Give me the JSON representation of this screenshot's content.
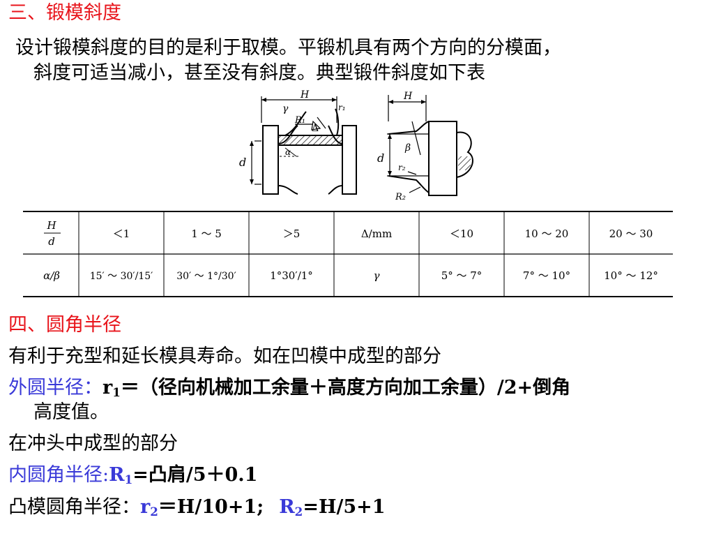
{
  "section3": {
    "heading": "三、锻模斜度",
    "para1": "设计锻模斜度的目的是利于取模。平锻机具有两个方向的分模面，",
    "para2": "斜度可适当减小，甚至没有斜度。典型锻件斜度如下表"
  },
  "figure": {
    "left_labels": {
      "H": "H",
      "gamma": "γ",
      "r1": "r₁",
      "R1": "R₁",
      "delta": "Δ",
      "alpha": "α",
      "d": "d"
    },
    "right_labels": {
      "H": "H",
      "beta": "β",
      "r2": "r₂",
      "R2": "R₂",
      "d": "d"
    }
  },
  "table": {
    "row1": {
      "label_num": "H",
      "label_den": "d",
      "c1": "＜1",
      "c2": "1 ～ 5",
      "c3": "＞5",
      "c4": "Δ/mm",
      "c5": "＜10",
      "c6": "10 ～ 20",
      "c7": "20 ～ 30"
    },
    "row2": {
      "label": "α/β",
      "c1": "15′ ～ 30′/15′",
      "c2": "30′ ～ 1°/30′",
      "c3": "1°30′/1°",
      "c4": "γ",
      "c5": "5° ～ 7°",
      "c6": "7° ～ 10°",
      "c7": "10° ～ 12°"
    }
  },
  "section4": {
    "heading": "四、圆角半径",
    "line1": "有利于充型和延长模具寿命。如在凹模中成型的部分",
    "outer_label": "外圆半径：",
    "outer_sym": "r",
    "outer_sub": "1",
    "outer_formula": "＝（径向机械加工余量＋高度方向加工余量）/2+倒角",
    "outer_cont": "高度值。",
    "line_punch": "在冲头中成型的部分",
    "inner_label": "内圆角半径:",
    "inner_sym": "R",
    "inner_sub": "1",
    "inner_formula": "=凸肩/5＋0.1",
    "die_label": "凸模圆角半径：",
    "die_r_sym": "r",
    "die_r_sub": "2",
    "die_r_formula": "＝H/10+1;",
    "die_R_sym": "R",
    "die_R_sub": "2",
    "die_R_formula": "=H/5+1"
  },
  "colors": {
    "heading": "#e8141b",
    "accent": "#3a3ad8"
  }
}
